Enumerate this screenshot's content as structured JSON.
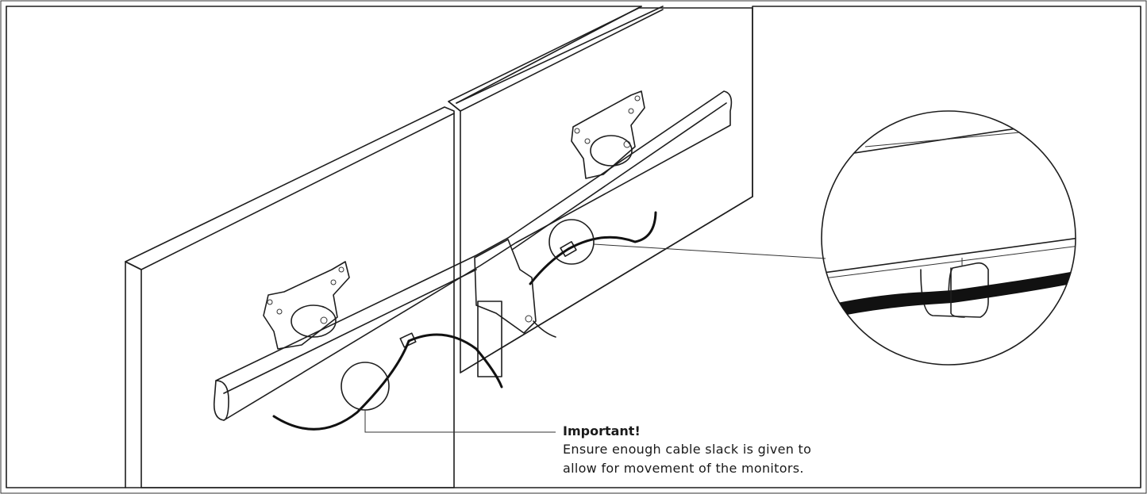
{
  "callout": {
    "title": "Important!",
    "line1": "Ensure enough cable slack is given to",
    "line2": "allow for movement of the monitors."
  },
  "colors": {
    "ink": "#1e1e1e",
    "paper": "#ffffff",
    "cable": "#111111"
  }
}
